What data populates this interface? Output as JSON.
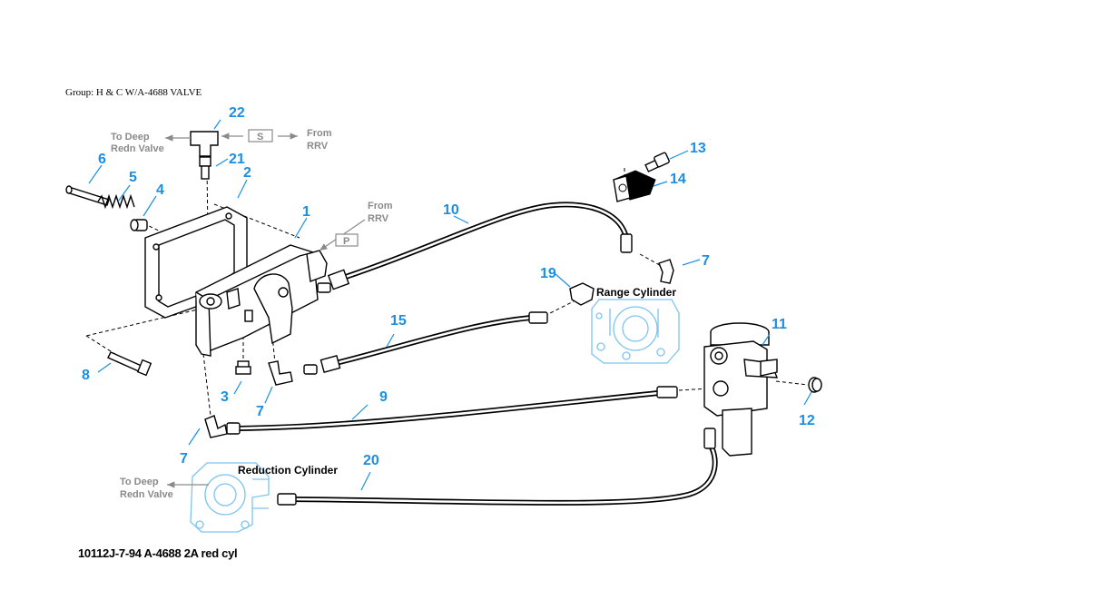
{
  "header": {
    "group_label": "Group: H & C W/A-4688 VALVE"
  },
  "footer": {
    "drawing_code": "10112J-7-94 A-4688 2A red cyl"
  },
  "callouts": {
    "c1": "1",
    "c2": "2",
    "c3": "3",
    "c4": "4",
    "c5": "5",
    "c6": "6",
    "c7a": "7",
    "c7b": "7",
    "c7c": "7",
    "c8": "8",
    "c9": "9",
    "c10": "10",
    "c11": "11",
    "c12": "12",
    "c13": "13",
    "c14": "14",
    "c15": "15",
    "c19": "19",
    "c20": "20",
    "c21": "21",
    "c22": "22"
  },
  "flow_labels": {
    "to_deep_top_1": "To Deep",
    "to_deep_top_2": "Redn Valve",
    "from_rrv_top_1": "From",
    "from_rrv_top_2": "RRV",
    "from_rrv_mid_1": "From",
    "from_rrv_mid_2": "RRV",
    "to_deep_bottom_1": "To Deep",
    "to_deep_bottom_2": "Redn Valve"
  },
  "port_boxes": {
    "s": "S",
    "p": "P"
  },
  "cylinders": {
    "range": "Range Cylinder",
    "reduction": "Reduction Cylinder"
  },
  "colors": {
    "callout": "#1a8fe3",
    "ghost_outline": "#7cc4f2",
    "flow_text": "#8a8a8a",
    "line_art": "#000000"
  }
}
